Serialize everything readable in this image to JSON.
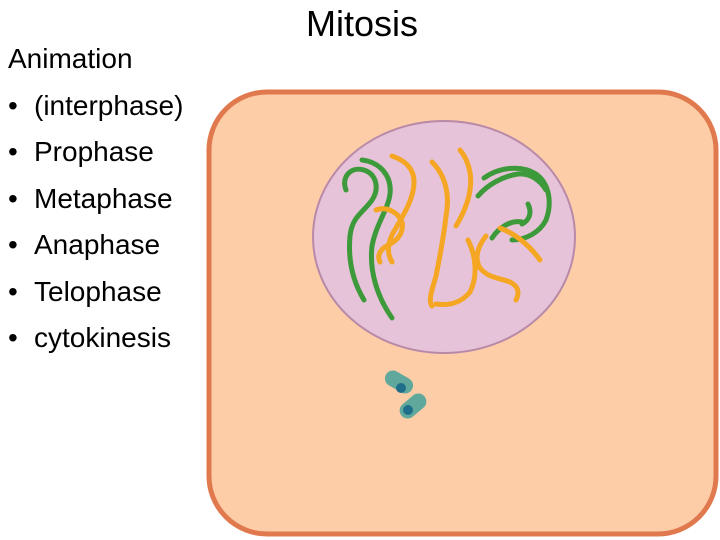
{
  "title": "Mitosis",
  "list": {
    "heading": "Animation",
    "items": [
      "(interphase)",
      "Prophase",
      "Metaphase",
      "Anaphase",
      "Telophase",
      "cytokinesis"
    ]
  },
  "colors": {
    "cytoplasm": "#fdcda8",
    "membrane": "#e07a4e",
    "nucleus": "#e6c3d8",
    "nuclear_envelope": "#b98aa8",
    "chromosome_green": "#3d9a3a",
    "chromosome_orange": "#f5a623",
    "centrosome": "#5fa89b",
    "centriole_core": "#1f6f8b"
  }
}
